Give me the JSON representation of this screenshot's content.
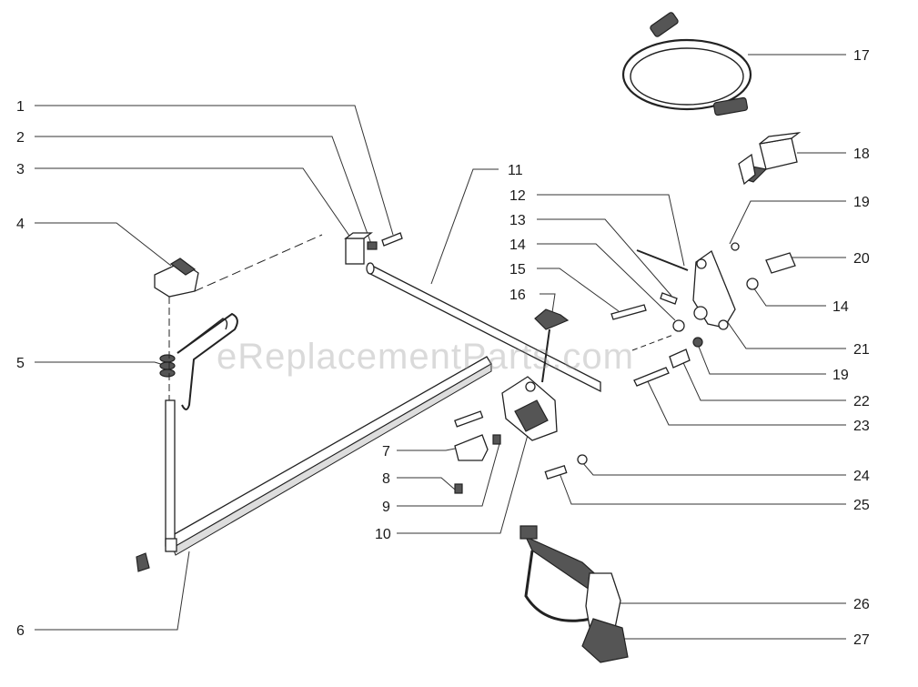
{
  "watermark": "eReplacementParts.com",
  "callouts": [
    {
      "id": "c1",
      "label": "1"
    },
    {
      "id": "c2",
      "label": "2"
    },
    {
      "id": "c3",
      "label": "3"
    },
    {
      "id": "c4",
      "label": "4"
    },
    {
      "id": "c5",
      "label": "5"
    },
    {
      "id": "c6",
      "label": "6"
    },
    {
      "id": "c7",
      "label": "7"
    },
    {
      "id": "c8",
      "label": "8"
    },
    {
      "id": "c9",
      "label": "9"
    },
    {
      "id": "c10",
      "label": "10"
    },
    {
      "id": "c11",
      "label": "11"
    },
    {
      "id": "c12",
      "label": "12"
    },
    {
      "id": "c13",
      "label": "13"
    },
    {
      "id": "c14a",
      "label": "14"
    },
    {
      "id": "c15",
      "label": "15"
    },
    {
      "id": "c16",
      "label": "16"
    },
    {
      "id": "c17",
      "label": "17"
    },
    {
      "id": "c18",
      "label": "18"
    },
    {
      "id": "c19a",
      "label": "19"
    },
    {
      "id": "c20",
      "label": "20"
    },
    {
      "id": "c14b",
      "label": "14"
    },
    {
      "id": "c21",
      "label": "21"
    },
    {
      "id": "c19b",
      "label": "19"
    },
    {
      "id": "c22",
      "label": "22"
    },
    {
      "id": "c23",
      "label": "23"
    },
    {
      "id": "c24",
      "label": "24"
    },
    {
      "id": "c25",
      "label": "25"
    },
    {
      "id": "c26",
      "label": "26"
    },
    {
      "id": "c27",
      "label": "27"
    }
  ]
}
